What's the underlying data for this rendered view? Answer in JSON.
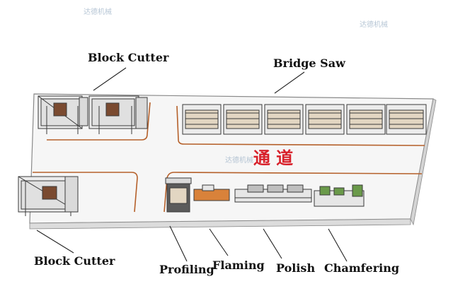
{
  "labels": {
    "block_cutter_top": "Block Cutter",
    "bridge_saw": "Bridge Saw",
    "block_cutter_bottom": "Block Cutter",
    "profiling": "Profiling",
    "flaming": "Flaming",
    "polish": "Polish",
    "chamfering": "Chamfering",
    "aisle": "通 道"
  },
  "watermark": "达德机械",
  "colors": {
    "floor_line": "#b5602a",
    "aisle_text": "#d8202a",
    "platform_fill": "#f4f4f4",
    "platform_stroke": "#8a8a8a",
    "machine_stroke": "#3a3a3a",
    "leader_line": "#222222"
  }
}
